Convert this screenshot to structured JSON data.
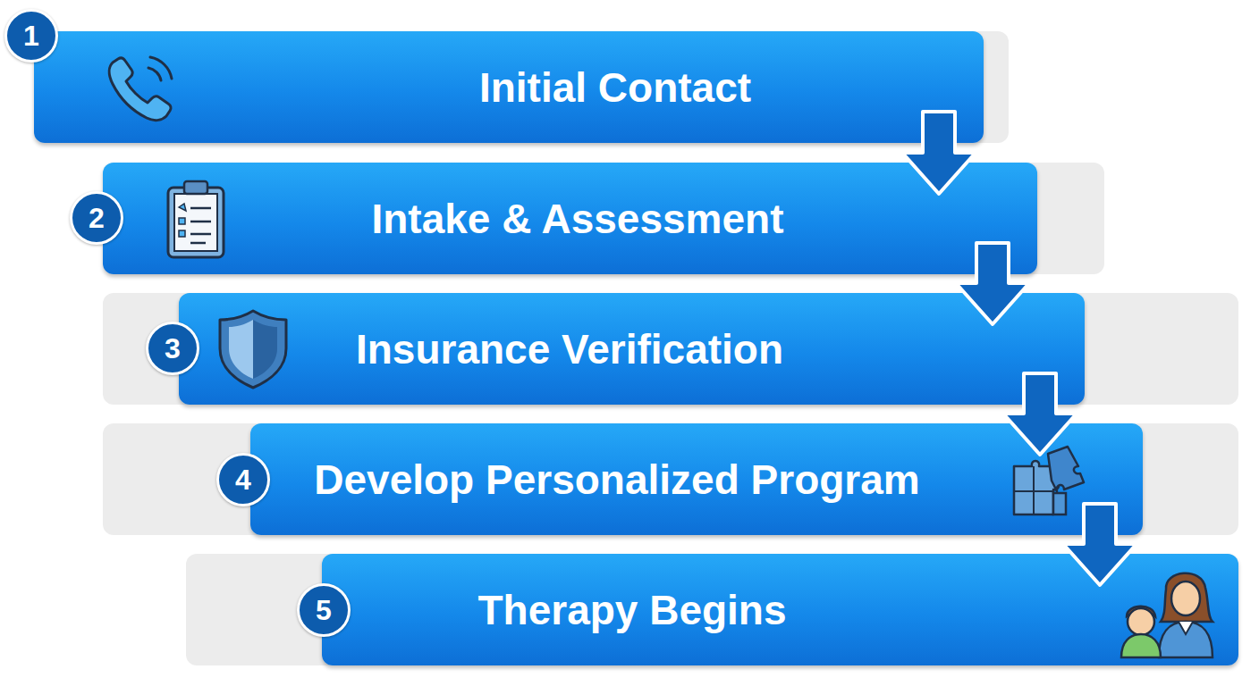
{
  "diagram": {
    "nodes": [
      {
        "text": [
          "Initial Contact"
        ]
      },
      {
        "text": [
          "Intake & Assessment"
        ]
      },
      {
        "text": [
          "Insurance Verification"
        ]
      },
      {
        "text": [
          "Develop Personalized Program"
        ]
      },
      {
        "text": [
          "Therapy Begins"
        ]
      }
    ],
    "edges": [
      {
        "from": 0,
        "to": 1,
        "arrow": "to"
      },
      {
        "from": 1,
        "to": 2,
        "arrow": "to"
      },
      {
        "from": 2,
        "to": 3,
        "arrow": "to"
      },
      {
        "from": 3,
        "to": 4,
        "arrow": "to"
      }
    ],
    "labels": [
      "1",
      "2",
      "3",
      "4",
      "5"
    ]
  }
}
